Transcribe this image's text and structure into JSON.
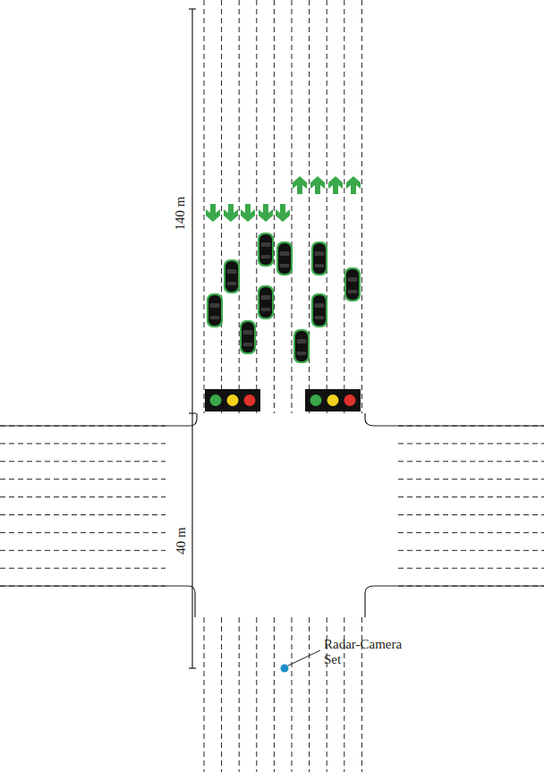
{
  "diagram": {
    "labels": [
      "140 m",
      "40 m",
      "Radar-Camera Set"
    ]
  }
}
